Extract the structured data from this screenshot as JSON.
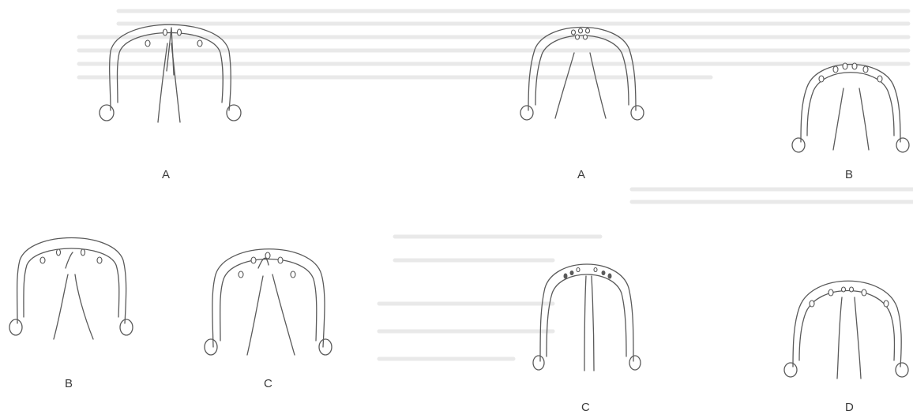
{
  "left_group": {
    "figures": [
      {
        "label": "A"
      },
      {
        "label": "B"
      },
      {
        "label": "C"
      }
    ]
  },
  "right_group": {
    "figures": [
      {
        "label": "A"
      },
      {
        "label": "B"
      },
      {
        "label": "C"
      },
      {
        "label": "D"
      }
    ]
  }
}
